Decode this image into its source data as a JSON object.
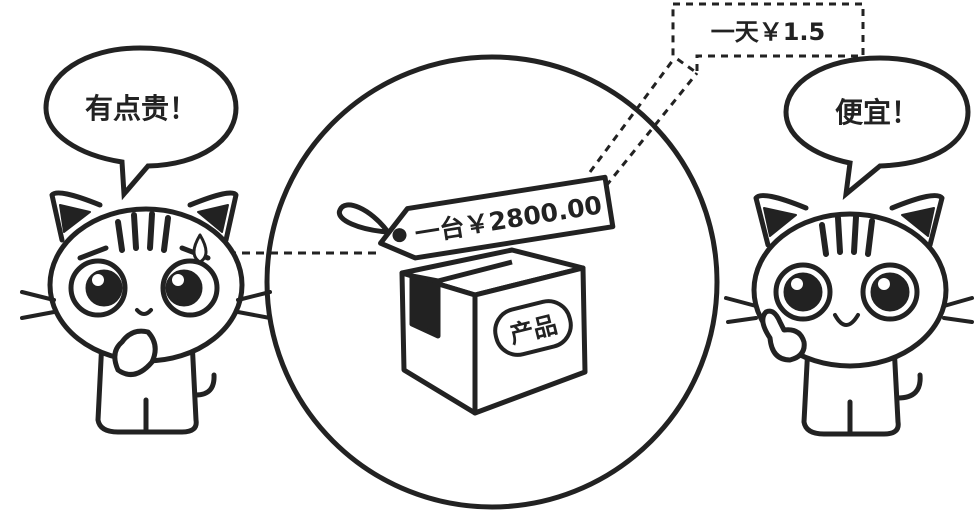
{
  "left_bubble": {
    "text": "有点贵！"
  },
  "right_bubble": {
    "text": "便宜！"
  },
  "price_tag": {
    "text": "一台￥2800.00"
  },
  "daily_label": {
    "text": "一天￥1.5"
  },
  "box_label": {
    "text": "产品"
  },
  "colors": {
    "ink": "#222222",
    "paper": "#ffffff"
  }
}
